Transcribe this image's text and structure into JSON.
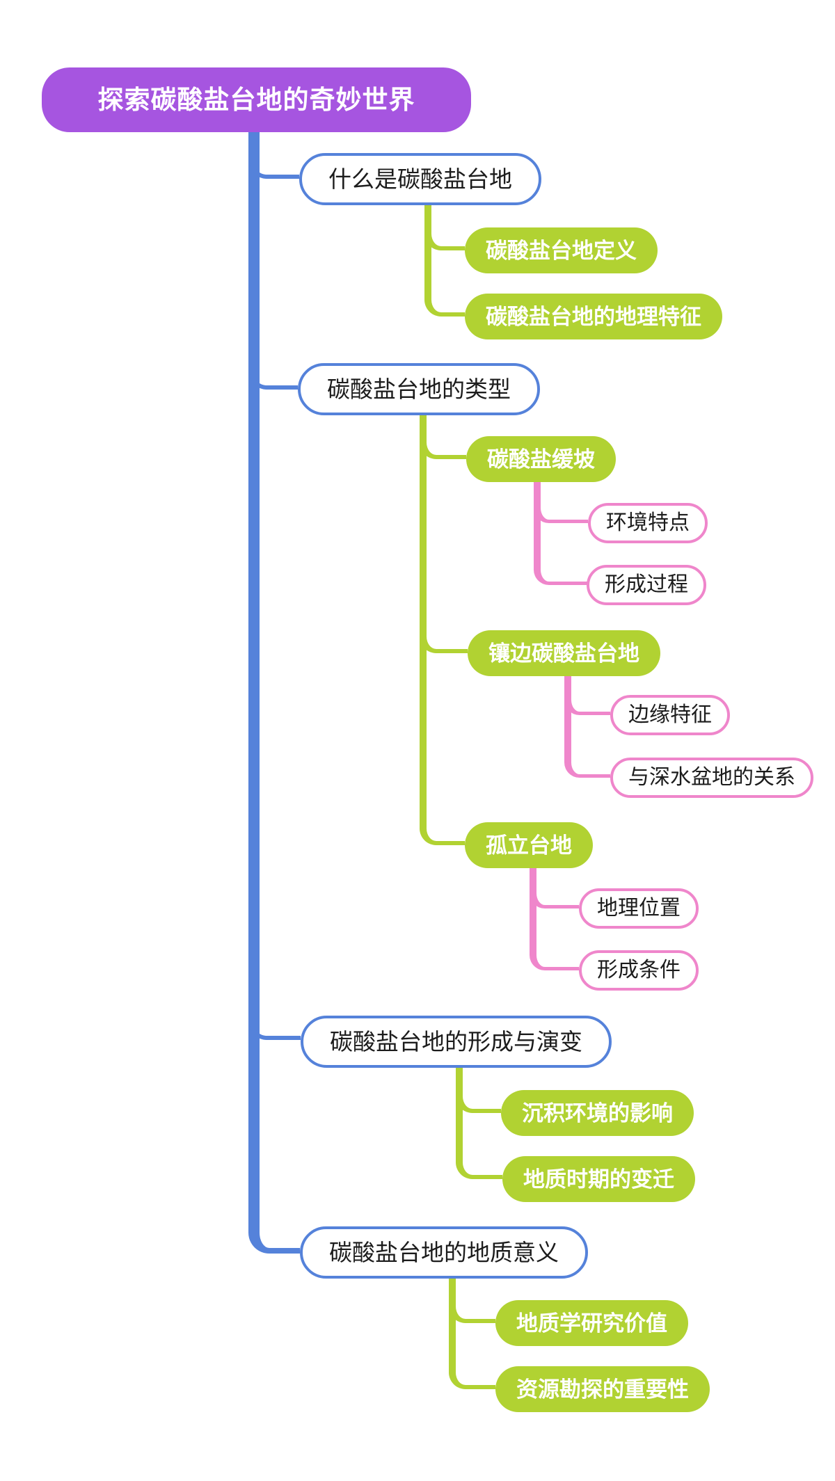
{
  "palette": {
    "root_bg": "#a655e0",
    "branch_line_blue": "#5582da",
    "level2_green": "#b1d232",
    "level3_pink": "#ef86cb",
    "text_dark": "#1c1c1c",
    "text_light": "#ffffff",
    "canvas_bg": "#ffffff"
  },
  "mindmap": {
    "root": {
      "label": "探索碳酸盐台地的奇妙世界"
    },
    "branches": [
      {
        "label": "什么是碳酸盐台地",
        "children": [
          {
            "label": "碳酸盐台地定义"
          },
          {
            "label": "碳酸盐台地的地理特征"
          }
        ]
      },
      {
        "label": "碳酸盐台地的类型",
        "children": [
          {
            "label": "碳酸盐缓坡",
            "children": [
              {
                "label": "环境特点"
              },
              {
                "label": "形成过程"
              }
            ]
          },
          {
            "label": "镶边碳酸盐台地",
            "children": [
              {
                "label": "边缘特征"
              },
              {
                "label": "与深水盆地的关系"
              }
            ]
          },
          {
            "label": "孤立台地",
            "children": [
              {
                "label": "地理位置"
              },
              {
                "label": "形成条件"
              }
            ]
          }
        ]
      },
      {
        "label": "碳酸盐台地的形成与演变",
        "children": [
          {
            "label": "沉积环境的影响"
          },
          {
            "label": "地质时期的变迁"
          }
        ]
      },
      {
        "label": "碳酸盐台地的地质意义",
        "children": [
          {
            "label": "地质学研究价值"
          },
          {
            "label": "资源勘探的重要性"
          }
        ]
      }
    ]
  }
}
